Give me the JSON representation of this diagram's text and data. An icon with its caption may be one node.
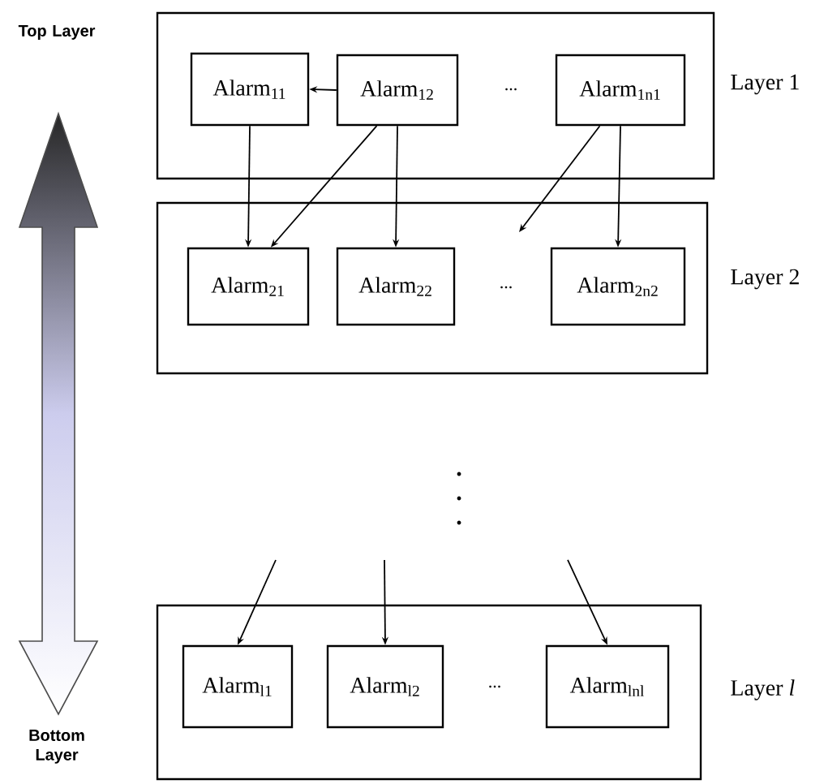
{
  "diagram": {
    "nodes": [
      {
        "text": [],
        "shape": "box",
        "beside": [
          "Layer 1"
        ]
      },
      {
        "text": [
          "Alarm$_{11}$"
        ],
        "in": 0
      },
      {
        "text": [
          "Alarm$_{12}$"
        ],
        "in": 0
      },
      {
        "text": [
          "Alarm$_{1n1}$"
        ],
        "in": 0
      },
      {
        "text": [],
        "shape": "box",
        "beside": [
          "Layer 2"
        ]
      },
      {
        "text": [
          "Alarm$_{21}$"
        ],
        "in": 4
      },
      {
        "text": [
          "Alarm$_{22}$"
        ],
        "in": 4
      },
      {
        "text": [
          "Alarm$_{2n2}$"
        ],
        "in": 4
      },
      {
        "text": [],
        "shape": "box",
        "beside": [
          "Layer *l*"
        ]
      },
      {
        "text": [
          "Alarm$_{l1}$"
        ],
        "in": 8
      },
      {
        "text": [
          "Alarm$_{l2}$"
        ],
        "in": 8
      },
      {
        "text": [
          "Alarm$_{lnl}$"
        ],
        "in": 8
      }
    ],
    "edges": [
      {
        "from": 2,
        "to": 1,
        "arrow": "to"
      },
      {
        "from": 1,
        "to": 5,
        "arrow": "to"
      },
      {
        "from": 2,
        "to": 5,
        "arrow": "to"
      },
      {
        "from": 2,
        "to": 6,
        "arrow": "to"
      },
      {
        "from": 3,
        "to": null,
        "arrow": "to"
      },
      {
        "from": 3,
        "to": 7,
        "arrow": "to"
      },
      {
        "from": null,
        "to": 9,
        "arrow": "to"
      },
      {
        "from": null,
        "to": 10,
        "arrow": "to"
      },
      {
        "from": null,
        "to": 11,
        "arrow": "to"
      }
    ],
    "labels": [
      "Top Layer",
      "...",
      "...",
      "...",
      "Bottom Layer"
    ]
  }
}
